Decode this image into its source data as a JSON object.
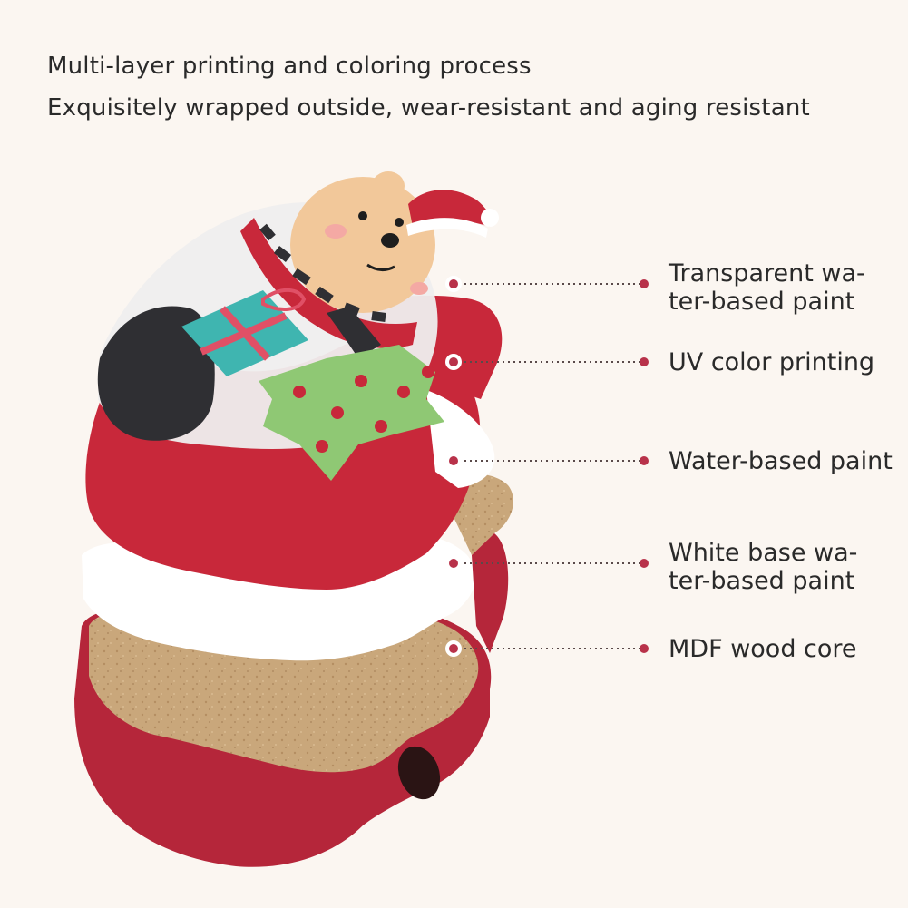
{
  "headlines": [
    "Multi-layer printing and coloring process",
    "Exquisitely wrapped outside, wear-resistant and aging resistant"
  ],
  "layers": [
    {
      "lines": [
        "Transparent wa-",
        "ter-based paint"
      ]
    },
    {
      "lines": [
        "UV color printing"
      ]
    },
    {
      "lines": [
        "Water-based paint"
      ]
    },
    {
      "lines": [
        "White base wa-",
        "ter-based paint"
      ]
    },
    {
      "lines": [
        "MDF wood core"
      ]
    }
  ],
  "colors": {
    "background": "#fbf6f1",
    "accent": "#b8324a",
    "red_paint": "#c8283a",
    "wood": "#c9a77b",
    "text": "#2a2a2a"
  }
}
